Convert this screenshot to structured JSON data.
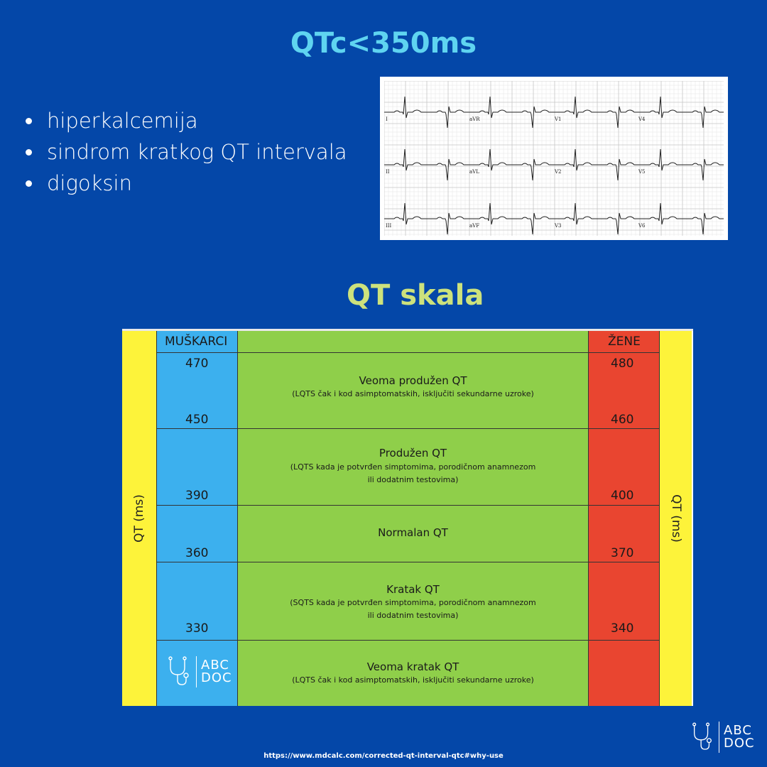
{
  "title": "QTc<350ms",
  "bullets": [
    "hiperkalcemija",
    "sindrom kratkog QT intervala",
    "digoksin"
  ],
  "ecg": {
    "leads": [
      "I",
      "aVR",
      "V1",
      "V4",
      "II",
      "aVL",
      "V2",
      "V5",
      "III",
      "aVF",
      "V3",
      "V6"
    ]
  },
  "scale_title": "QT skala",
  "scale": {
    "axis_label": "QT (ms)",
    "men_header": "MUŠKARCI",
    "women_header": "ŽENE",
    "men_values": [
      "470",
      "450",
      "390",
      "360",
      "330"
    ],
    "women_values": [
      "480",
      "460",
      "400",
      "370",
      "340"
    ],
    "bands": [
      {
        "title": "Veoma produžen QT",
        "note": "(LQTS čak i kod asimptomatskih, isključiti sekundarne uzroke)"
      },
      {
        "title": "Produžen QT",
        "note": "(LQTS kada je potvrđen simptomima, porodičnom anamnezom ili dodatnim testovima)"
      },
      {
        "title": "Normalan QT",
        "note": ""
      },
      {
        "title": "Kratak QT",
        "note": "(SQTS kada je potvrđen simptomima, porodičnom anamnezom ili dodatnim testovima)"
      },
      {
        "title": "Veoma kratak QT",
        "note": "(LQTS čak i kod asimptomatskih, isključiti sekundarne uzroke)"
      }
    ],
    "colors": {
      "axis": "#fdf33a",
      "men": "#3cb0ee",
      "middle": "#8fcf4a",
      "women": "#e94530"
    }
  },
  "logo": {
    "line1": "ABC",
    "line2": "DOC"
  },
  "source": "https://www.mdcalc.com/corrected-qt-interval-qtc#why-use"
}
